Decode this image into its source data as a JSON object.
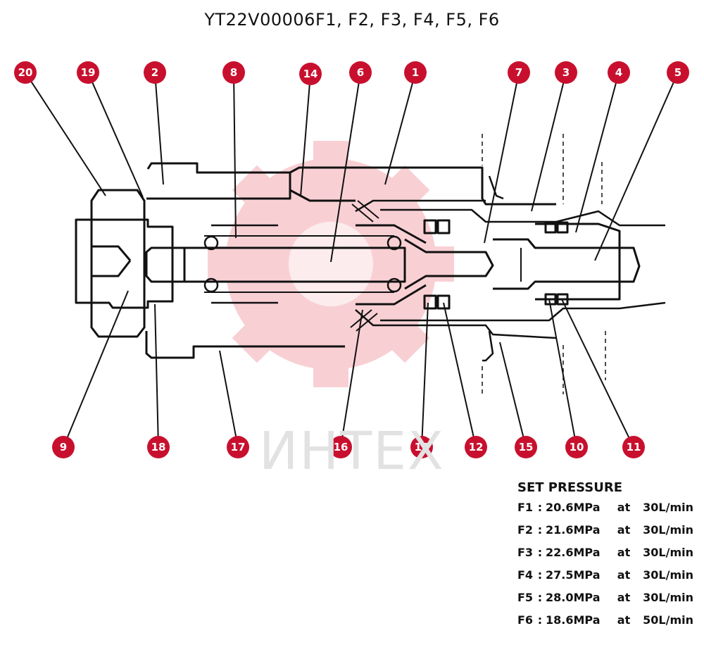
{
  "title": "YT22V00006F1, F2, F3, F4, F5, F6",
  "watermark": "ИНТЕХ",
  "colors": {
    "callout": "#c8102e",
    "watermark_gear": "#f7c8cd",
    "line": "#111111"
  },
  "callouts": [
    "20",
    "19",
    "2",
    "8",
    "14",
    "6",
    "1",
    "7",
    "3",
    "4",
    "5",
    "9",
    "18",
    "17",
    "16",
    "13",
    "12",
    "15",
    "10",
    "11"
  ],
  "legend": {
    "title": "SET PRESSURE",
    "rows": [
      {
        "code": "F1",
        "sep": ":",
        "pressure": "20.6MPa",
        "at": "at",
        "flow": "30L/min"
      },
      {
        "code": "F2",
        "sep": ":",
        "pressure": "21.6MPa",
        "at": "at",
        "flow": "30L/min"
      },
      {
        "code": "F3",
        "sep": ":",
        "pressure": "22.6MPa",
        "at": "at",
        "flow": "30L/min"
      },
      {
        "code": "F4",
        "sep": ":",
        "pressure": "27.5MPa",
        "at": "at",
        "flow": "30L/min"
      },
      {
        "code": "F5",
        "sep": ":",
        "pressure": "28.0MPa",
        "at": "at",
        "flow": "30L/min"
      },
      {
        "code": "F6",
        "sep": ":",
        "pressure": "18.6MPa",
        "at": "at",
        "flow": "50L/min"
      }
    ]
  }
}
